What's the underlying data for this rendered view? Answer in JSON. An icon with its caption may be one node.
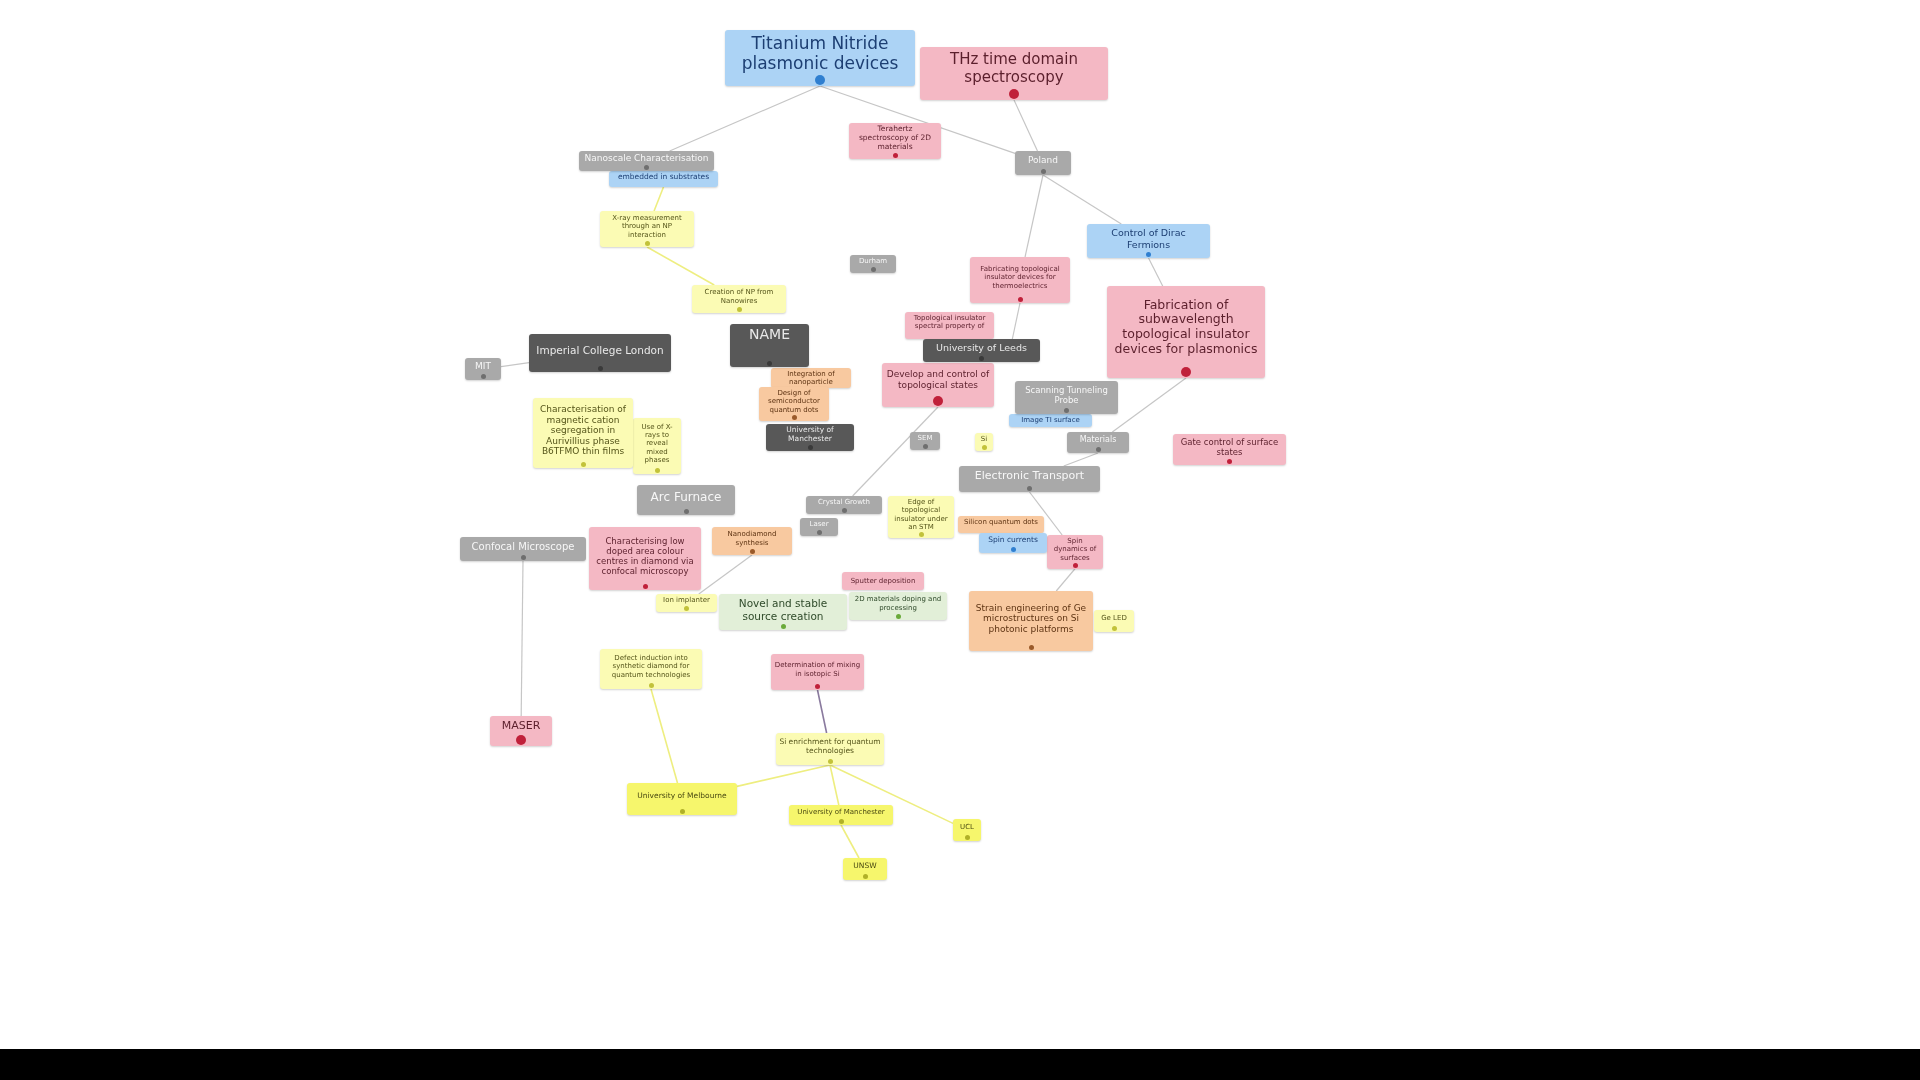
{
  "diagram": {
    "nodes": [
      {
        "text": [
          "Titanium Nitride plasmonic devices"
        ]
      },
      {
        "text": [
          "THz time domain spectroscopy"
        ]
      },
      {
        "text": [
          "Terahertz spectroscopy of 2D materials"
        ]
      },
      {
        "text": [
          "Nanoscale Characterisation"
        ]
      },
      {
        "text": [
          "embedded in substrates"
        ]
      },
      {
        "text": [
          "Poland"
        ]
      },
      {
        "text": [
          "X-ray measurement through an NP interaction"
        ]
      },
      {
        "text": [
          "Durham"
        ]
      },
      {
        "text": [
          "Control of Dirac Fermions"
        ]
      },
      {
        "text": [
          "Fabricating topological insulator devices for thermoelectrics"
        ]
      },
      {
        "text": [
          "Creation of NP from Nanowires"
        ]
      },
      {
        "text": [
          "Fabrication of subwavelength topological insulator devices for plasmonics"
        ]
      },
      {
        "text": [
          "Topological insulator spectral property of"
        ]
      },
      {
        "text": [
          "NAME"
        ]
      },
      {
        "text": [
          "Imperial College London"
        ]
      },
      {
        "text": [
          "University of Leeds"
        ]
      },
      {
        "text": [
          "Develop and control of topological states"
        ]
      },
      {
        "text": [
          "MIT"
        ]
      },
      {
        "text": [
          "Integration of nanoparticle"
        ]
      },
      {
        "text": [
          "Design of semiconductor quantum dots"
        ]
      },
      {
        "text": [
          "Scanning Tunneling Probe"
        ]
      },
      {
        "text": [
          "Image TI surface"
        ]
      },
      {
        "text": [
          "Characterisation of magnetic cation segregation in Aurivillius phase B6TFMO thin films"
        ]
      },
      {
        "text": [
          "University of Manchester"
        ]
      },
      {
        "text": [
          "Use of X-rays to reveal mixed phases"
        ]
      },
      {
        "text": [
          "SEM"
        ]
      },
      {
        "text": [
          "Si"
        ]
      },
      {
        "text": [
          "Materials"
        ]
      },
      {
        "text": [
          "Gate control of surface states"
        ]
      },
      {
        "text": [
          "Electronic Transport"
        ]
      },
      {
        "text": [
          "Edge of topological insulator under an STM"
        ]
      },
      {
        "text": [
          "Arc Furnace"
        ]
      },
      {
        "text": [
          "Crystal Growth"
        ]
      },
      {
        "text": [
          "Laser"
        ]
      },
      {
        "text": [
          "Silicon quantum dots"
        ]
      },
      {
        "text": [
          "Characterising low doped area colour centres in diamond via confocal microscopy"
        ]
      },
      {
        "text": [
          "Nanodiamond synthesis"
        ]
      },
      {
        "text": [
          "Spin dynamics of surfaces"
        ]
      },
      {
        "text": [
          "Spin currents"
        ]
      },
      {
        "text": [
          "Confocal Microscope"
        ]
      },
      {
        "text": [
          "Sputter deposition"
        ]
      },
      {
        "text": [
          "2D materials doping and processing"
        ]
      },
      {
        "text": [
          "Ion implanter"
        ]
      },
      {
        "text": [
          "Novel and stable source creation"
        ]
      },
      {
        "text": [
          "Strain engineering of Ge microstructures on Si photonic platforms"
        ]
      },
      {
        "text": [
          "Ge LED"
        ]
      },
      {
        "text": [
          "Defect induction into synthetic diamond for quantum technologies"
        ]
      },
      {
        "text": [
          "Determination of mixing in isotopic Si"
        ]
      },
      {
        "text": [
          "MASER"
        ]
      },
      {
        "text": [
          "Si enrichment for quantum technologies"
        ]
      },
      {
        "text": [
          "University of Melbourne"
        ]
      },
      {
        "text": [
          "University of Manchester"
        ]
      },
      {
        "text": [
          "UCL"
        ]
      },
      {
        "text": [
          "UNSW"
        ]
      }
    ],
    "edges": [
      {
        "from": 0,
        "to": 3,
        "arrow": "none"
      },
      {
        "from": 0,
        "to": 5,
        "arrow": "none"
      },
      {
        "from": 1,
        "to": 5,
        "arrow": "none"
      },
      {
        "from": 5,
        "to": 9,
        "arrow": "none"
      },
      {
        "from": 5,
        "to": 8,
        "arrow": "none"
      },
      {
        "from": 8,
        "to": 11,
        "arrow": "none"
      },
      {
        "from": 4,
        "to": 6,
        "arrow": "none",
        "color": "#eeee80"
      },
      {
        "from": 6,
        "to": 10,
        "arrow": "none",
        "color": "#eeee80"
      },
      {
        "from": 14,
        "to": 17,
        "arrow": "none"
      },
      {
        "from": 11,
        "to": 27,
        "arrow": "none"
      },
      {
        "from": 16,
        "to": 32,
        "arrow": "none"
      },
      {
        "from": 9,
        "to": 15,
        "arrow": "none"
      },
      {
        "from": 27,
        "to": 29,
        "arrow": "none"
      },
      {
        "from": 29,
        "to": 37,
        "arrow": "none"
      },
      {
        "from": 37,
        "to": 44,
        "arrow": "none"
      },
      {
        "from": 36,
        "to": 42,
        "arrow": "none"
      },
      {
        "from": 39,
        "to": 48,
        "arrow": "none"
      },
      {
        "from": 47,
        "to": 49,
        "arrow": "none",
        "color": "#8a7a9e"
      },
      {
        "from": 49,
        "to": 50,
        "arrow": "none",
        "color": "#eeee80"
      },
      {
        "from": 49,
        "to": 51,
        "arrow": "none",
        "color": "#eeee80"
      },
      {
        "from": 49,
        "to": 52,
        "arrow": "none",
        "color": "#eeee80"
      },
      {
        "from": 51,
        "to": 53,
        "arrow": "none",
        "color": "#eeee80"
      },
      {
        "from": 46,
        "to": 50,
        "arrow": "none",
        "color": "#eeee80"
      }
    ]
  }
}
